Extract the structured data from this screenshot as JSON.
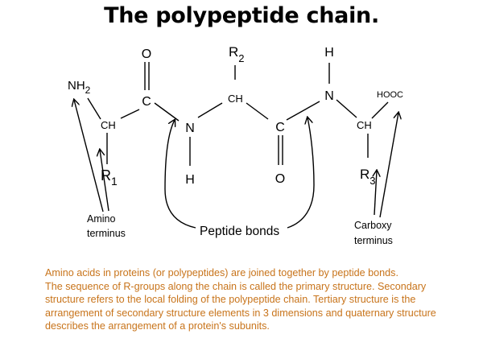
{
  "title": "The polypeptide chain.",
  "atoms": {
    "o1": "O",
    "c1": "C",
    "nh2": "NH",
    "nh2_sub": "2",
    "ch1": "CH",
    "r1": "R",
    "r1_sub": "1",
    "n1": "N",
    "h1": "H",
    "r2": "R",
    "r2_sub": "2",
    "ch2": "CH",
    "c2": "C",
    "o2": "O",
    "h2": "H",
    "n2": "N",
    "hooc": "HOOC",
    "ch3": "CH",
    "r3": "R",
    "r3_sub": "3"
  },
  "labels": {
    "amino_line1": "Amino",
    "amino_line2": "terminus",
    "peptide_bonds": "Peptide bonds",
    "carboxy_line1": "Carboxy",
    "carboxy_line2": "terminus"
  },
  "caption": [
    "Amino acids in proteins (or polypeptides) are joined together by peptide bonds.",
    "The sequence of R-groups along the chain is called the primary structure. Secondary",
    "structure refers to the local folding of the polypeptide chain. Tertiary structure is the",
    "arrangement of secondary structure elements in 3 dimensions and quaternary structure",
    "describes the arrangement of a protein's subunits."
  ],
  "colors": {
    "caption": "#c8741b",
    "diagram": "#000000"
  }
}
